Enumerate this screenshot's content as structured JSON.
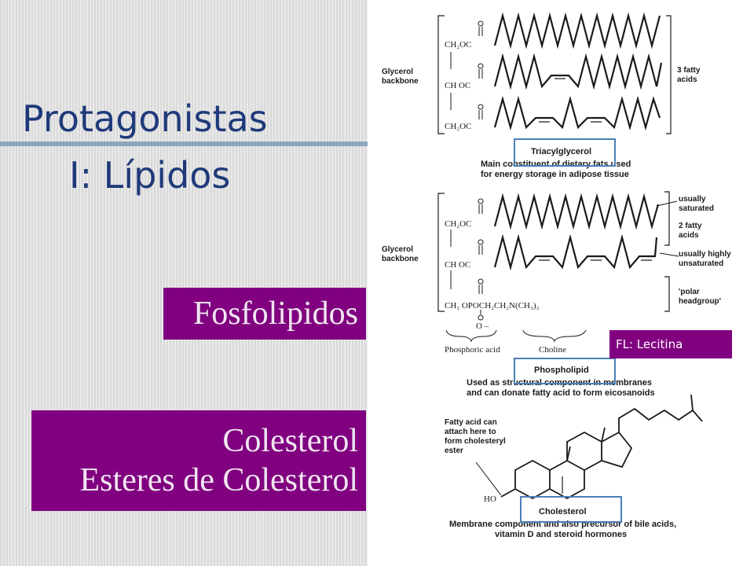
{
  "slide": {
    "title_line1": "Protagonistas",
    "title_line2": "I: Lípidos",
    "box_fosfolipidos": "Fosfolipidos",
    "box_colesterol_line1": "Colesterol",
    "box_colesterol_line2": "Esteres de Colesterol",
    "lecithin_label": "FL: Lecitina"
  },
  "figure": {
    "tri": {
      "glycerol": "Glycerol",
      "backbone": "backbone",
      "fatty1": "3 fatty",
      "fatty2": "acids",
      "ch2oc_top": "CH₂OC",
      "choc": "CH OC",
      "ch2oc_bottom": "CH₂OC",
      "name": "Triacylglycerol",
      "desc1": "Main constituent of dietary fats used",
      "desc2": "for energy storage in adipose tissue"
    },
    "phos": {
      "glycerol": "Glycerol",
      "backbone": "backbone",
      "ch2oc": "CH₂OC",
      "choc": "CH OC",
      "headgroup_formula": "CH₂ OPOCH₂CH₂N(CH₃)₃",
      "o_minus": "O –",
      "usually_saturated1": "usually",
      "usually_saturated2": "saturated",
      "two_fatty1": "2 fatty",
      "two_fatty2": "acids",
      "unsat1": "usually highly",
      "unsat2": "unsaturated",
      "polar1": "'polar",
      "polar2": "headgroup'",
      "phosphoric": "Phosphoric acid",
      "choline": "Choline",
      "name": "Phospholipid",
      "desc1": "Used as structural component in membranes",
      "desc2": "and can donate fatty acid to form eicosanoids"
    },
    "chol": {
      "note1": "Fatty acid can",
      "note2": "attach here to",
      "note3": "form cholesteryl",
      "note4": "ester",
      "ho": "HO",
      "name": "Cholesterol",
      "desc1": "Membrane component and also precursor of bile acids,",
      "desc2": "vitamin D and steroid hormones"
    }
  }
}
